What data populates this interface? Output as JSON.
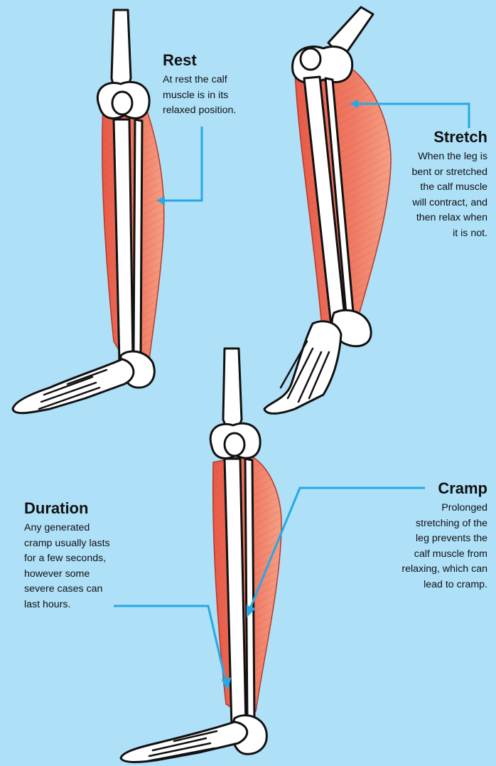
{
  "accent_color": "#27a8e6",
  "muscle_color": "#ea6652",
  "bone_color": "#ffffff",
  "background_color": "#aee0f8",
  "callouts": {
    "rest": {
      "title": "Rest",
      "text": "At rest the calf\nmuscle is in its\nrelaxed position."
    },
    "stretch": {
      "title": "Stretch",
      "text": "When the leg is\nbent or stretched\nthe calf muscle\nwill contract, and\nthen relax when\nit is not."
    },
    "duration": {
      "title": "Duration",
      "text": "Any generated\ncramp usually lasts\nfor a few seconds,\nhowever some\nsevere cases can\nlast hours."
    },
    "cramp": {
      "title": "Cramp",
      "text": "Prolonged\nstretching of the\nleg prevents the\ncalf muscle from\nrelaxing, which can\nlead to cramp."
    }
  }
}
